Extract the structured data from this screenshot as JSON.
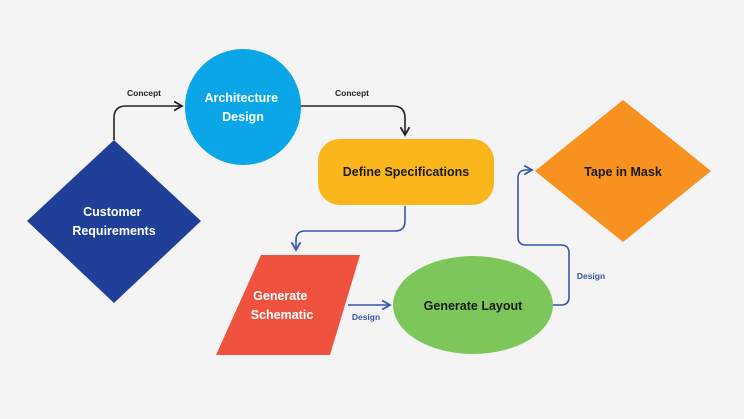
{
  "diagram": {
    "nodes": {
      "customer_requirements": {
        "lines": [
          "Customer",
          "Requirements"
        ],
        "shape": "diamond",
        "fill": "#203f98",
        "text_color": "#ffffff"
      },
      "architecture_design": {
        "lines": [
          "Architecture",
          "Design"
        ],
        "shape": "circle",
        "fill": "#0ba6e8",
        "text_color": "#ffffff"
      },
      "define_specifications": {
        "lines": [
          "Define Specifications"
        ],
        "shape": "rounded-rectangle",
        "fill": "#fbb61b",
        "text_color": "#1a1a1a"
      },
      "generate_schematic": {
        "lines": [
          "Generate",
          "Schematic"
        ],
        "shape": "parallelogram",
        "fill": "#ef5340",
        "text_color": "#ffffff"
      },
      "generate_layout": {
        "lines": [
          "Generate Layout"
        ],
        "shape": "ellipse",
        "fill": "#7dc75a",
        "text_color": "#1a1a1a"
      },
      "tape_in_mask": {
        "lines": [
          "Tape in Mask"
        ],
        "shape": "diamond",
        "fill": "#f7911f",
        "text_color": "#1a1a1a"
      }
    },
    "edges": [
      {
        "from": "customer_requirements",
        "to": "architecture_design",
        "label": "Concept",
        "color": "#222222",
        "label_color": "#222222"
      },
      {
        "from": "architecture_design",
        "to": "define_specifications",
        "label": "Concept",
        "color": "#222222",
        "label_color": "#222222"
      },
      {
        "from": "define_specifications",
        "to": "generate_schematic",
        "label": "",
        "color": "#3a55a8",
        "label_color": "#3a55a8"
      },
      {
        "from": "generate_schematic",
        "to": "generate_layout",
        "label": "Design",
        "color": "#3a55a8",
        "label_color": "#3a55a8"
      },
      {
        "from": "generate_layout",
        "to": "tape_in_mask",
        "label": "Design",
        "color": "#3a55a8",
        "label_color": "#3a55a8"
      }
    ],
    "colors": {
      "background": "#f4f4f4"
    }
  }
}
